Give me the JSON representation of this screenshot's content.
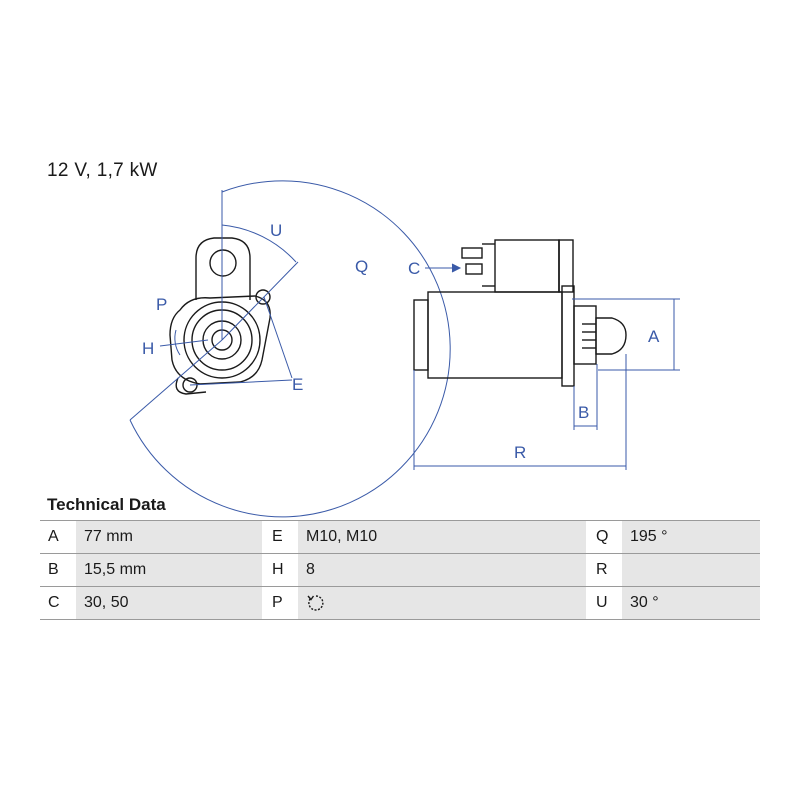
{
  "spec_line": "12 V, 1,7 kW",
  "drawing": {
    "labels": {
      "U": "U",
      "Q": "Q",
      "P": "P",
      "H": "H",
      "E": "E",
      "C": "C",
      "A": "A",
      "B": "B",
      "R": "R"
    }
  },
  "technical_data": {
    "heading": "Technical Data",
    "rows": [
      {
        "k1": "A",
        "v1": "77 mm",
        "k2": "E",
        "v2": "M10, M10",
        "k3": "Q",
        "v3": "195 °"
      },
      {
        "k1": "B",
        "v1": "15,5 mm",
        "k2": "H",
        "v2": "8",
        "k3": "R",
        "v3": ""
      },
      {
        "k1": "C",
        "v1": "30, 50",
        "k2": "P",
        "v2": "",
        "k3": "U",
        "v3": "30 °"
      }
    ],
    "p_icon": "clockwise-rotation-icon"
  },
  "colors": {
    "line": "#1a1a1a",
    "dimension": "#3a5aa8",
    "table_fill": "#e6e6e6",
    "table_rule": "#9a9a9a"
  }
}
